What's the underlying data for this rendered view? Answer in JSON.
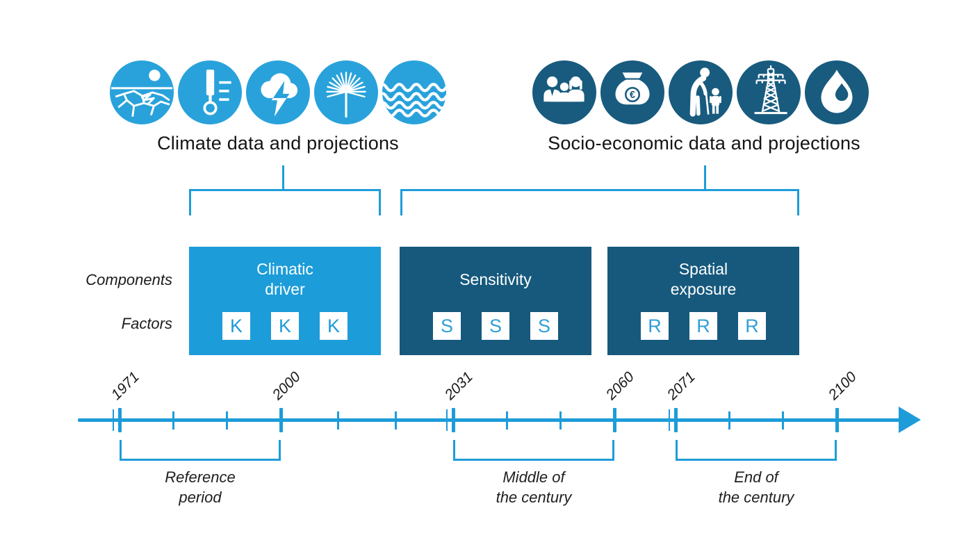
{
  "colors": {
    "climate_blue": "#1C9CD9",
    "climate_icon_blue": "#29A2DB",
    "dark_blue": "#16597D",
    "dark_icon_blue": "#185B7E",
    "line_blue": "#1E9CD9",
    "factor_letter_light_box": "#1C9CD9",
    "factor_letter_dark_box": "#2F9FD7",
    "text_dark": "#141414"
  },
  "groups": {
    "climate": {
      "label": "Climate data and projections",
      "icons": [
        "drought-icon",
        "temperature-icon",
        "storm-icon",
        "vegetation-icon",
        "sea-waves-icon"
      ]
    },
    "socio": {
      "label": "Socio-economic data and projections",
      "icons": [
        "population-icon",
        "economy-icon",
        "demography-icon",
        "energy-infrastructure-icon",
        "water-drop-icon"
      ],
      "currency_symbol": "€"
    }
  },
  "row_labels": {
    "components": "Components",
    "factors": "Factors"
  },
  "boxes": [
    {
      "id": "climatic-driver",
      "lines": [
        "Climatic",
        "driver"
      ],
      "factor_letter": "K",
      "factor_count": 3,
      "variant": "light"
    },
    {
      "id": "sensitivity",
      "lines": [
        "Sensitivity"
      ],
      "factor_letter": "S",
      "factor_count": 3,
      "variant": "dark"
    },
    {
      "id": "spatial-exposure",
      "lines": [
        "Spatial",
        "exposure"
      ],
      "factor_letter": "R",
      "factor_count": 3,
      "variant": "dark"
    }
  ],
  "timeline": {
    "years": [
      "1971",
      "2000",
      "2031",
      "2060",
      "2071",
      "2100"
    ],
    "double_tick_years": [
      "1971",
      "2031",
      "2071"
    ]
  },
  "periods": [
    {
      "from": "1971",
      "to": "2000",
      "lines": [
        "Reference",
        "period"
      ]
    },
    {
      "from": "2031",
      "to": "2060",
      "lines": [
        "Middle of",
        "the century"
      ]
    },
    {
      "from": "2071",
      "to": "2100",
      "lines": [
        "End of",
        "the century"
      ]
    }
  ]
}
